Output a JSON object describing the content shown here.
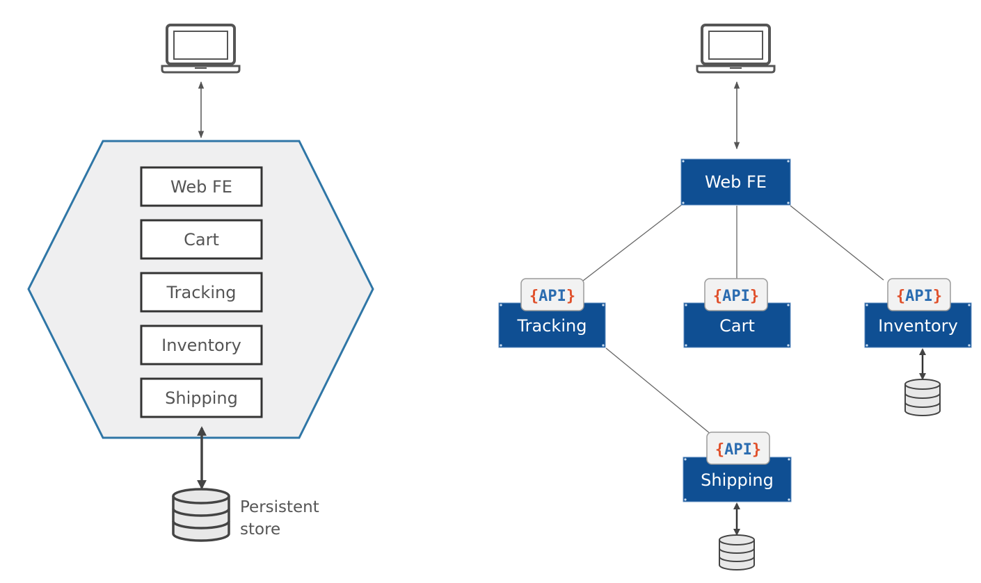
{
  "monolith": {
    "modules": [
      "Web FE",
      "Cart",
      "Tracking",
      "Inventory",
      "Shipping"
    ],
    "store_label_line1": "Persistent",
    "store_label_line2": "store"
  },
  "microservices": {
    "frontend": "Web FE",
    "api_badge": {
      "open": "{",
      "text": "API",
      "close": "}"
    },
    "services": {
      "tracking": "Tracking",
      "cart": "Cart",
      "inventory": "Inventory",
      "shipping": "Shipping"
    }
  },
  "icons": {
    "client": "laptop-icon",
    "database": "database-icon"
  },
  "colors": {
    "hexagon_border": "#2f76a6",
    "hexagon_fill": "#efeff0",
    "service_blue": "#0f4f93",
    "brace_orange": "#e0502b",
    "api_blue": "#2b6cb0",
    "line_gray": "#555555"
  }
}
